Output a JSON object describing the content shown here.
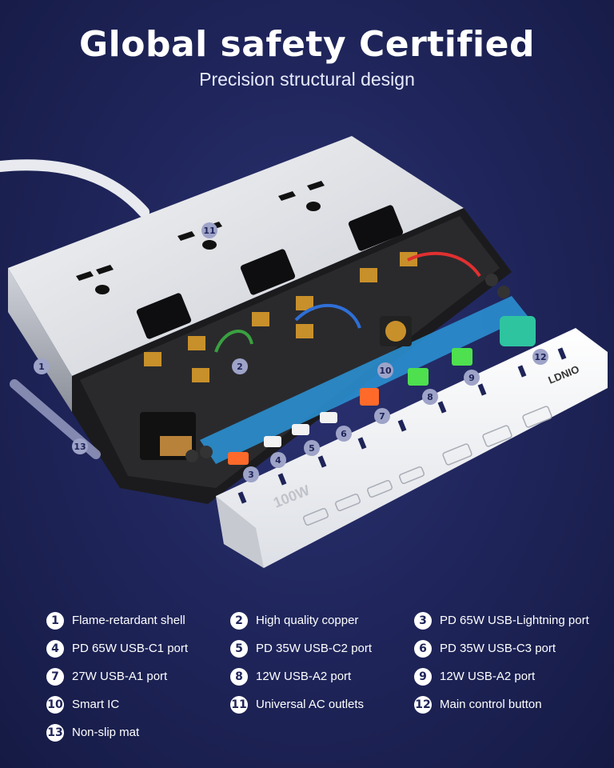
{
  "header": {
    "title": "Global safety Certified",
    "subtitle": "Precision structural design"
  },
  "product": {
    "brand": "LDNIO",
    "power_badge": "100W",
    "callouts": [
      "1",
      "2",
      "3",
      "4",
      "5",
      "6",
      "7",
      "8",
      "9",
      "10",
      "11",
      "12",
      "13"
    ]
  },
  "legend": [
    {
      "num": "1",
      "label": "Flame-retardant shell"
    },
    {
      "num": "2",
      "label": "High quality copper"
    },
    {
      "num": "3",
      "label": "PD 65W USB-Lightning port"
    },
    {
      "num": "4",
      "label": "PD 65W USB-C1 port"
    },
    {
      "num": "5",
      "label": "PD 35W USB-C2 port"
    },
    {
      "num": "6",
      "label": "PD 35W USB-C3 port"
    },
    {
      "num": "7",
      "label": "27W USB-A1 port"
    },
    {
      "num": "8",
      "label": "12W USB-A2 port"
    },
    {
      "num": "9",
      "label": "12W USB-A2 port"
    },
    {
      "num": "10",
      "label": "Smart IC"
    },
    {
      "num": "11",
      "label": "Universal AC outlets"
    },
    {
      "num": "12",
      "label": "Main control button"
    },
    {
      "num": "13",
      "label": "Non-slip mat"
    }
  ],
  "colors": {
    "background": "#1e2458",
    "callout_bg": "#9ea3c8",
    "pcb": "#2a8fd0",
    "button": "#2ec4a0"
  }
}
